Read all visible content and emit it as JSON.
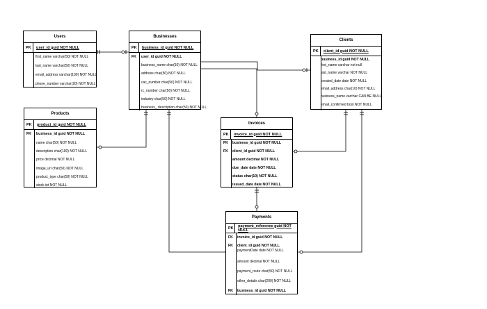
{
  "tables": {
    "users": {
      "title": "Users",
      "pk_key": "PK",
      "pk": "user_id guid NOT NULL",
      "fields": [
        "first_name varchar(50) NOT NULL",
        "last_name varchar(50) NOT NULL",
        "email_address varchar(100) NOT NULL",
        "phone_number varchar(20) NOT NULL"
      ]
    },
    "businesses": {
      "title": "Businesses",
      "pk_key": "PK",
      "pk": "business_id guid NOT NULL",
      "fk_key": "FK",
      "fk": "user_id guid NOT NULL",
      "fields": [
        "business_name char(50) NOT NULL",
        "address char(50) NOT NULL",
        "cac_number char(50) NOT NULL",
        "rc_number char(50) NOT NULL",
        "industry char(50) NOT NULL",
        "business_ description char(50) NOT NULL"
      ]
    },
    "clients": {
      "title": "Clients",
      "pk_key": "PK",
      "pk": "client_id guid NOT NULL",
      "fk": "business_id guid NOT NULL",
      "fields": [
        "first_name varchar not null",
        "last_name varchar NOT NULL",
        "created_date date NOT NULL",
        "email_address char(10) NOT NULL",
        "business_name varchar CAN BE NULL",
        "email_confirmed bool NOT NULL"
      ]
    },
    "products": {
      "title": "Products",
      "pk_key": "PK",
      "pk": "product_id guid NOT NULL",
      "fk_key": "FK",
      "fk": "business_id guid NOT NULL",
      "fields": [
        "name char(50) NOT NULL",
        "description char(100) NOT NULL",
        "price decimal NOT NULL",
        "image_url char(50) NOT NULL",
        "product_type char(50) NOT NULL",
        "stock int NOT NULL"
      ]
    },
    "invoices": {
      "title": "Invoices",
      "pk_key": "PK",
      "pk": "invoice_id guid NOT NULL",
      "fk_key": "FK",
      "fk1": "business_id guid NOT NULL",
      "fk2": "client_id guid NOT NULL",
      "fields": [
        "amount decimal NOT NULL",
        "due_date date NOT NULL",
        "status char(10) NOT NULL",
        "issued_date date NOT NULL"
      ]
    },
    "payments": {
      "title": "Payments",
      "pk_key": "PK",
      "pk": "payment_reference guid NOT NULL",
      "fk_key": "FK",
      "fk1": "invoice_id guid NOT NULL",
      "fk2": "client_id guid NOT NULL",
      "f_paymentdate": "paymentDate date NOT NULL",
      "fields": [
        "amount decimal NOT NULL",
        "payment_route char(50) NOT NULL",
        "other_details char(200) NOT NULL"
      ],
      "fk3": "business_id guid NOT NULL"
    }
  }
}
